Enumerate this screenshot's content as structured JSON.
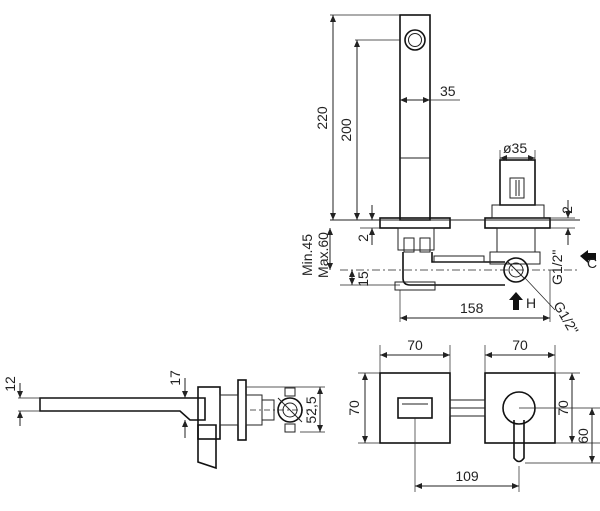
{
  "dimensions": {
    "d220": "220",
    "d200": "200",
    "d35": "35",
    "dia35": "ø35",
    "d2_right": "2",
    "d2_left": "2",
    "min45": "Min.45",
    "max60": "Max.60",
    "d15": "15",
    "d158": "158",
    "g12_upper": "G1/2\"",
    "g12_lower": "G1/2\"",
    "c_label": "C",
    "h_label": "H",
    "d12": "12",
    "d17": "17",
    "d52_5": "52,5",
    "top70_left": "70",
    "top70_right": "70",
    "side70_left": "70",
    "side70_right": "70",
    "d60": "60",
    "d109": "109"
  }
}
